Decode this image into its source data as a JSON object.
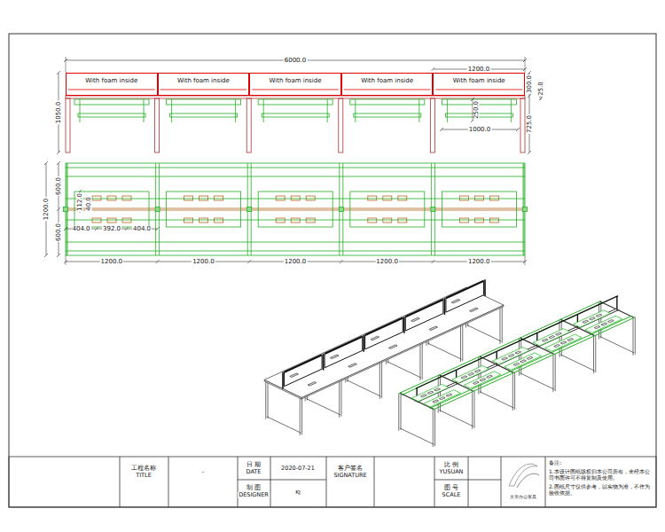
{
  "diagram": {
    "nodes": [
      {
        "text": [
          "With foam inside"
        ]
      },
      {
        "text": [
          "With foam inside"
        ]
      },
      {
        "text": [
          "With foam inside"
        ]
      },
      {
        "text": [
          "With foam inside"
        ]
      },
      {
        "text": [
          "With foam inside"
        ]
      }
    ],
    "labels": [
      "6000.0",
      "1200.0",
      "300.0",
      "25.0",
      "1050.0",
      "250.0",
      "1000.0",
      "725.0",
      "600.0",
      "1200.0",
      "600.0",
      "112.0",
      "40.0",
      "404.0",
      "392.0",
      "404.0",
      "1200.0",
      "1200.0",
      "1200.0",
      "1200.0",
      "1200.0",
      "工程名称",
      "TITLE",
      "-",
      "日 期",
      "DATE",
      "2020-07-21",
      "制 图",
      "DESIGNER",
      "KJ",
      "客户签名",
      "SIGNATURE",
      "比 例",
      "YUSUAN",
      "图 号",
      "SCALE",
      "文华办公家具",
      "备注:",
      "1.本设计图纸版权归本公司所有，未经本公司书面许可不得复制及使用。",
      "2.图纸尺寸仅供参考，以实物为准，不作为验收依据。"
    ]
  }
}
